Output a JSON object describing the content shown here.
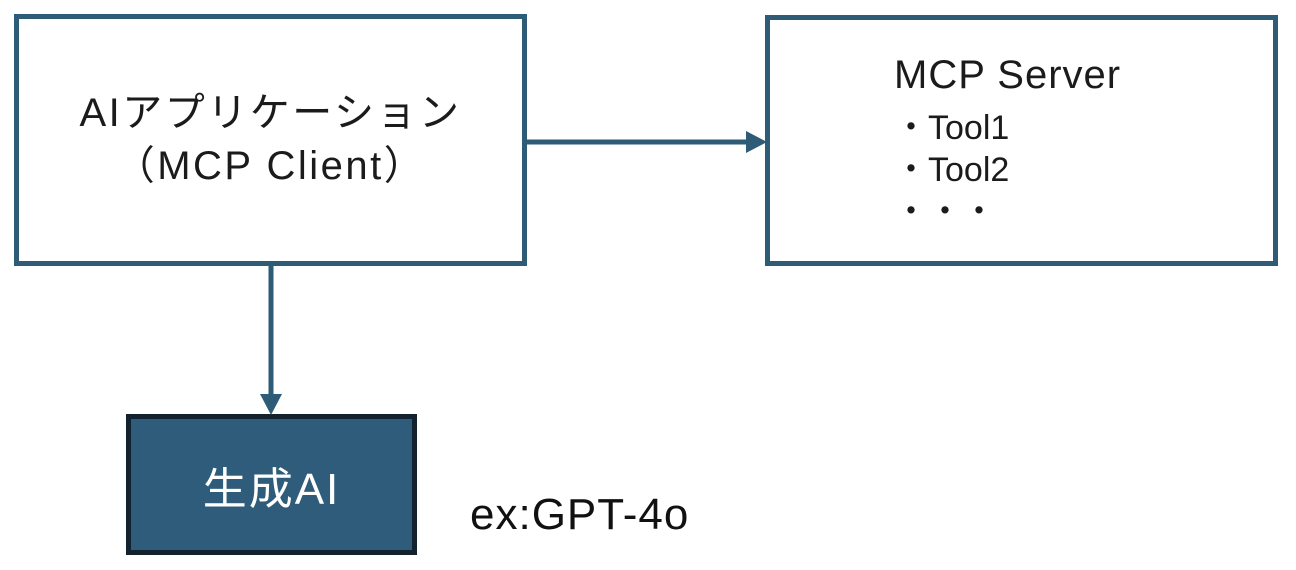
{
  "diagram": {
    "background_color": "#ffffff",
    "accent_color": "#2e5b76",
    "client_box": {
      "line1": "AIアプリケーション",
      "line2": "（MCP Client）"
    },
    "server_box": {
      "title": "MCP Server",
      "items": [
        "・Tool1",
        "・Tool2",
        "・・・"
      ]
    },
    "ai_box": {
      "label": "生成AI",
      "fill_color": "#2f5c7a",
      "border_color": "#13222f",
      "text_color": "#ffffff"
    },
    "annotation": "ex:GPT-4o"
  }
}
